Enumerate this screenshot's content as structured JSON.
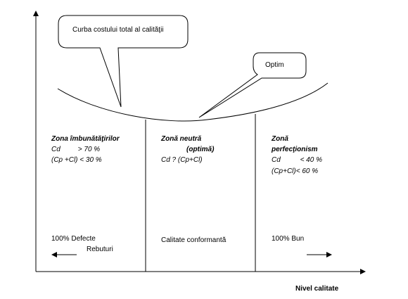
{
  "callouts": {
    "total_cost_curve": "Curba costului total al calităţii",
    "optimum": "Optim"
  },
  "axis": {
    "x_label": "Nivel calitate"
  },
  "zones": {
    "improvement": {
      "title": "Zona îmbunătăţirilor",
      "line1": "Cd         > 70 %",
      "line2": "(Cp +Cl) < 30 %",
      "bottom_label_1": "100% Defecte",
      "bottom_label_2": "Rebuturi"
    },
    "neutral": {
      "title_1": "Zonă neutră",
      "title_2": "(optimă)",
      "line1": "Cd ? (Cp+Cl)",
      "bottom_label": "Calitate conformantă"
    },
    "perfectionism": {
      "title_1": "Zonă",
      "title_2": "perfecţionism",
      "line1": "Cd          < 40 %",
      "line2": "(Cp+Cl)< 60 %",
      "bottom_label": "100% Bun"
    }
  }
}
